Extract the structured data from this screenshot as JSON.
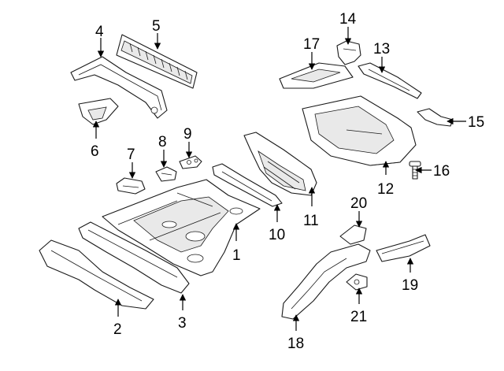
{
  "callouts": [
    {
      "id": "1",
      "text": "1"
    },
    {
      "id": "2",
      "text": "2"
    },
    {
      "id": "3",
      "text": "3"
    },
    {
      "id": "4",
      "text": "4"
    },
    {
      "id": "5",
      "text": "5"
    },
    {
      "id": "6",
      "text": "6"
    },
    {
      "id": "7",
      "text": "7"
    },
    {
      "id": "8",
      "text": "8"
    },
    {
      "id": "9",
      "text": "9"
    },
    {
      "id": "10",
      "text": "10"
    },
    {
      "id": "11",
      "text": "11"
    },
    {
      "id": "12",
      "text": "12"
    },
    {
      "id": "13",
      "text": "13"
    },
    {
      "id": "14",
      "text": "14"
    },
    {
      "id": "15",
      "text": "15"
    },
    {
      "id": "16",
      "text": "16"
    },
    {
      "id": "17",
      "text": "17"
    },
    {
      "id": "18",
      "text": "18"
    },
    {
      "id": "19",
      "text": "19"
    },
    {
      "id": "20",
      "text": "20"
    },
    {
      "id": "21",
      "text": "21"
    }
  ],
  "colors": {
    "line": "#1a1a1a",
    "background": "#ffffff"
  }
}
